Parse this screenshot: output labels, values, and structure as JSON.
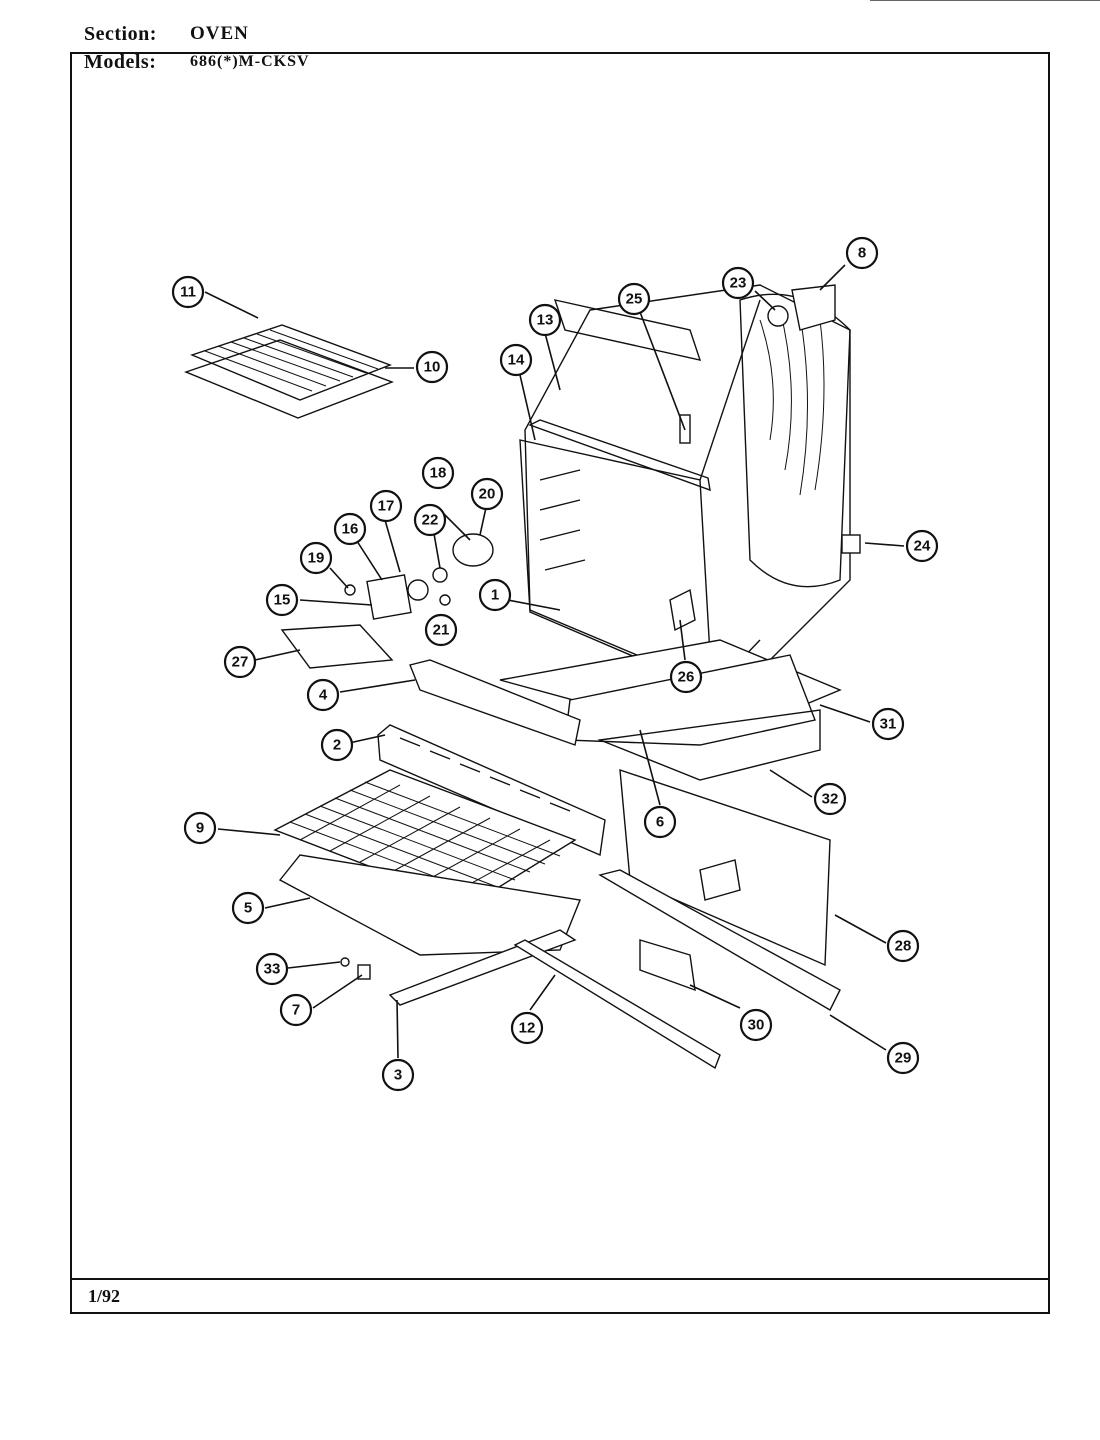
{
  "header": {
    "section_label": "Section:",
    "section_value": "OVEN",
    "models_label": "Models:",
    "models_value": "686(*)M-CKSV"
  },
  "footer": {
    "date": "1/92"
  },
  "callouts": [
    "1",
    "2",
    "3",
    "4",
    "5",
    "6",
    "7",
    "8",
    "9",
    "10",
    "11",
    "12",
    "13",
    "14",
    "15",
    "16",
    "17",
    "18",
    "19",
    "20",
    "21",
    "22",
    "23",
    "24",
    "25",
    "26",
    "27",
    "28",
    "29",
    "30",
    "31",
    "32",
    "33"
  ]
}
